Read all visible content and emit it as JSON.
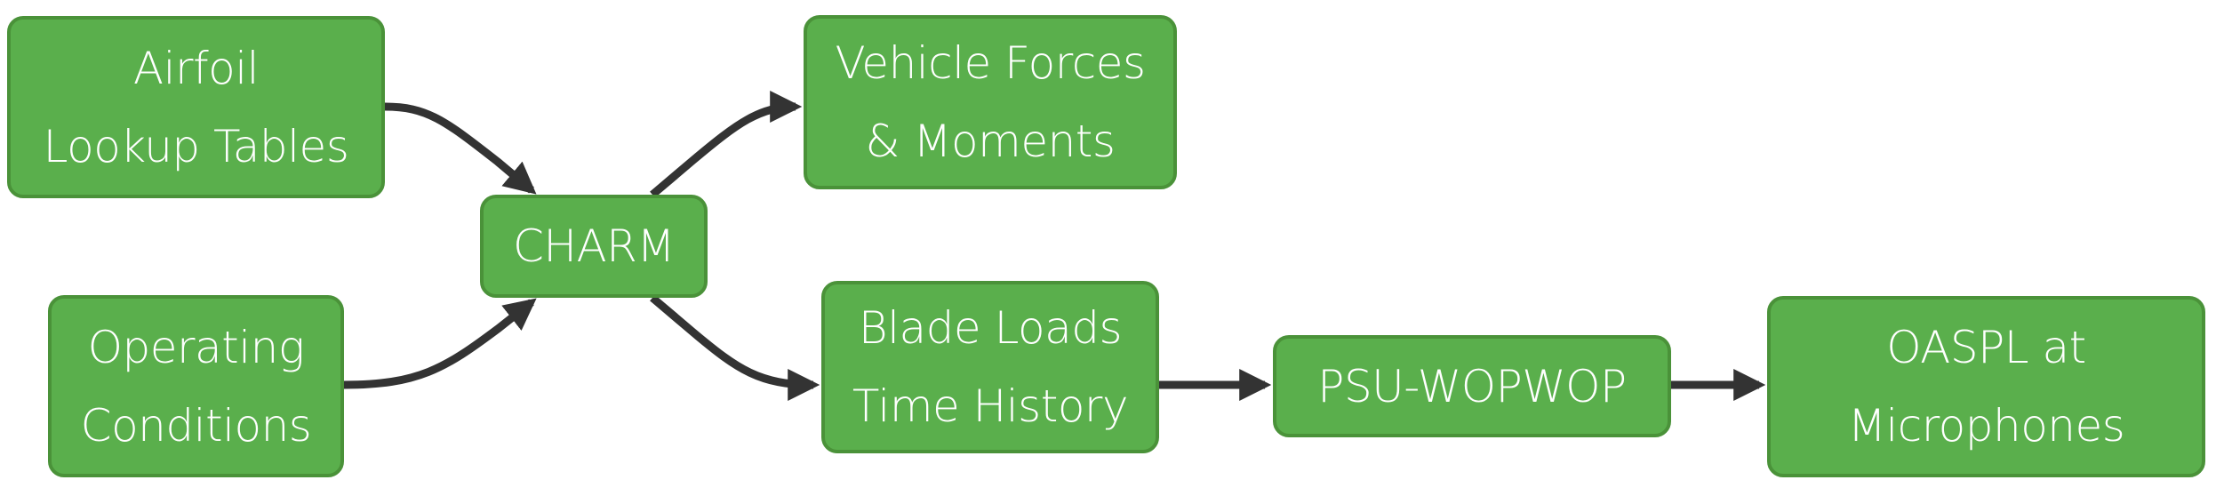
{
  "diagram": {
    "type": "flowchart",
    "colors": {
      "node_fill": "#5aaf4c",
      "node_border": "#4a9239",
      "node_text": "#ffffff",
      "edge": "#333333",
      "background": "#ffffff"
    },
    "nodes": [
      {
        "id": "airfoil",
        "lines": [
          "Airfoil",
          "Lookup Tables"
        ]
      },
      {
        "id": "operating",
        "lines": [
          "Operating",
          "Conditions"
        ]
      },
      {
        "id": "charm",
        "lines": [
          "CHARM"
        ]
      },
      {
        "id": "vehicle",
        "lines": [
          "Vehicle Forces",
          "& Moments"
        ]
      },
      {
        "id": "blade",
        "lines": [
          "Blade Loads",
          "Time History"
        ]
      },
      {
        "id": "psu",
        "lines": [
          "PSU-WOPWOP"
        ]
      },
      {
        "id": "oaspl",
        "lines": [
          "OASPL at",
          "Microphones"
        ]
      }
    ],
    "edges": [
      {
        "from": "airfoil",
        "to": "charm"
      },
      {
        "from": "operating",
        "to": "charm"
      },
      {
        "from": "charm",
        "to": "vehicle"
      },
      {
        "from": "charm",
        "to": "blade"
      },
      {
        "from": "blade",
        "to": "psu"
      },
      {
        "from": "psu",
        "to": "oaspl"
      }
    ]
  }
}
